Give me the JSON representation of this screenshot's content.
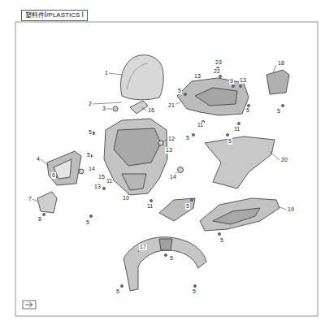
{
  "diagram": {
    "title": "塑料件Ⅰ/PLASTICS Ⅰ",
    "labels": [
      "1",
      "2",
      "3",
      "16",
      "5",
      "4",
      "5",
      "6",
      "14",
      "15",
      "13",
      "11",
      "12",
      "13",
      "10",
      "7",
      "8",
      "5",
      "11",
      "13",
      "23",
      "22",
      "9",
      "13",
      "18",
      "21",
      "5",
      "11",
      "11",
      "5",
      "5",
      "5",
      "20",
      "14",
      "5",
      "5",
      "19",
      "5",
      "17",
      "5",
      "5",
      "5"
    ]
  }
}
